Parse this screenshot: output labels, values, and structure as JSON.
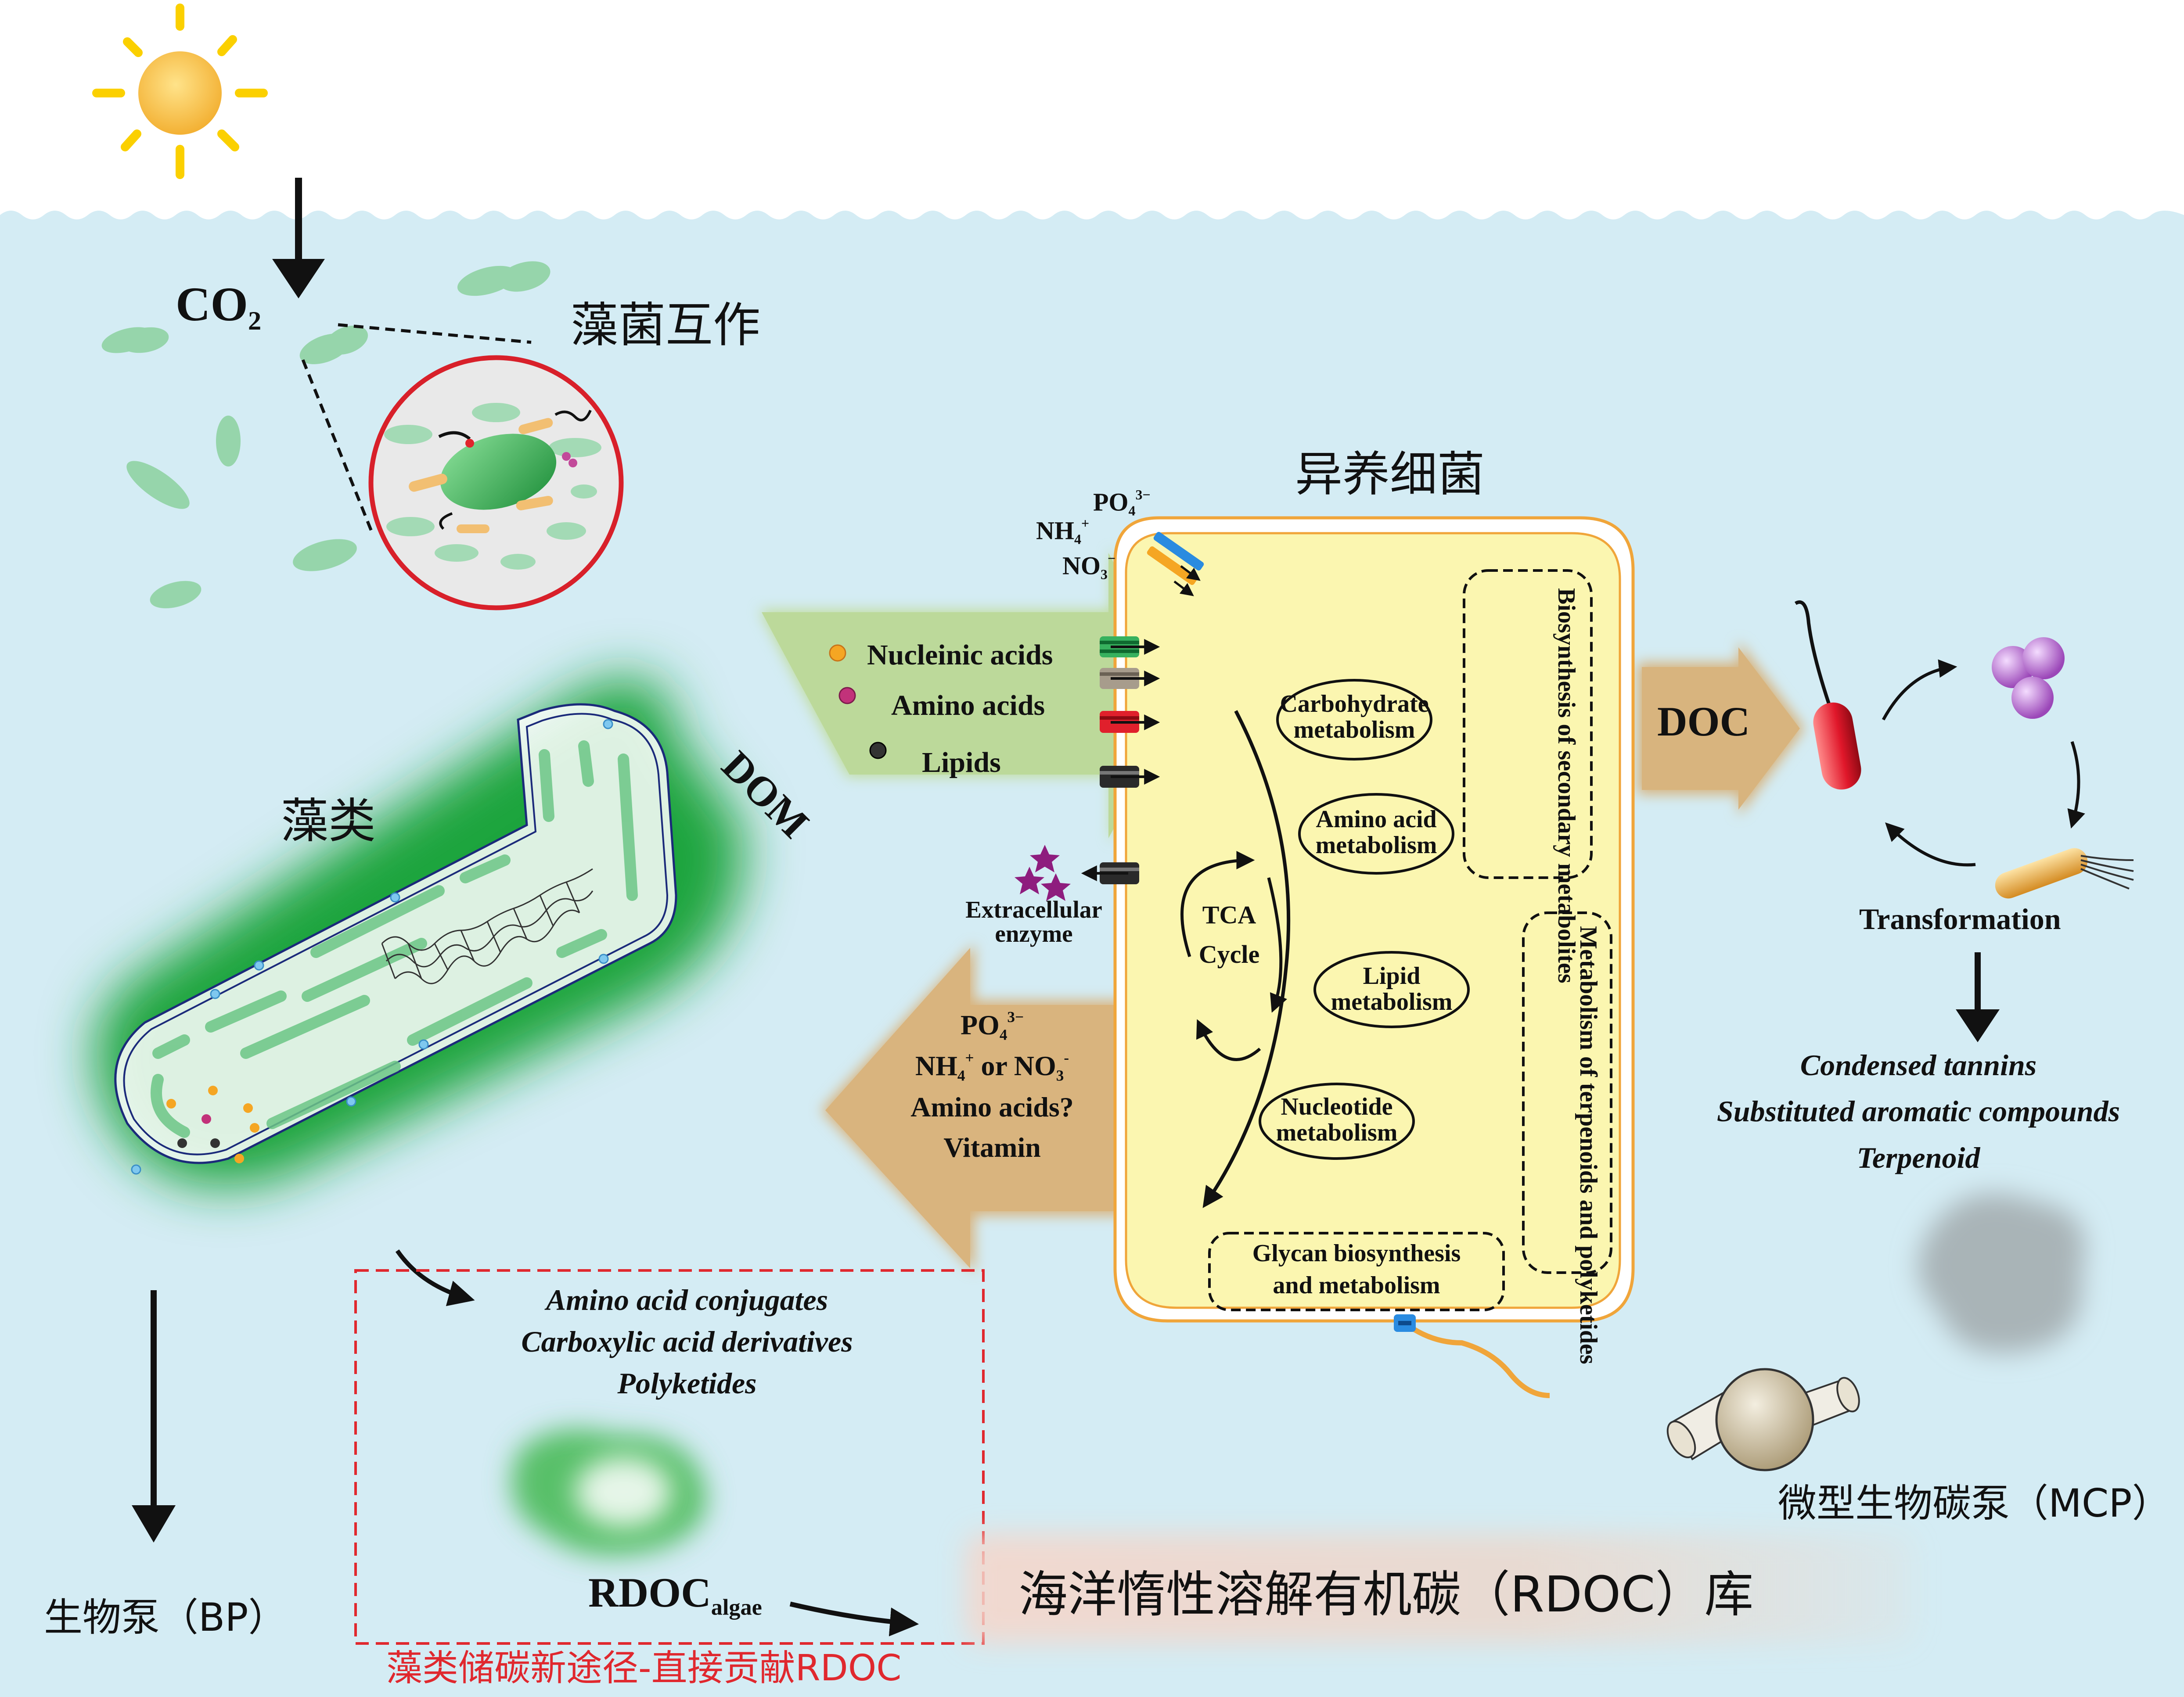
{
  "colors": {
    "sea": "#d4ecf4",
    "algae_green": "#3cb052",
    "light_green": "#9fd8ae",
    "cell_yellow": "#fbf6b0",
    "cell_border": "#f0a53a",
    "tan_arrow": "#d8b27c",
    "dashed_red": "#e0282e",
    "note_red": "#e0282e",
    "sun": "#fbd000",
    "sun_core": "#f8bc3c"
  },
  "labels": {
    "co2_main": "CO",
    "co2_sub": "2",
    "interaction": "藻菌互作",
    "algae": "藻类",
    "bacteria": "异养细菌",
    "dom": "DOM",
    "doc": "DOC",
    "po4_base": "PO",
    "po4_sub": "4",
    "po4_sup": "3−",
    "nh4_base": "NH",
    "nh4_sub": "4",
    "nh4_sup": "+",
    "no3_base": "NO",
    "no3_sub": "3",
    "no3_sup": "−",
    "extracellular_1": "Extracellular",
    "extracellular_2": "enzyme",
    "transformation": "Transformation",
    "bp": "生物泵（BP）",
    "mcp": "微型生物碳泵（MCP）",
    "rdoc_pool": "海洋惰性溶解有机碳（RDOC）库",
    "rdoc_algae_base": "RDOC",
    "rdoc_algae_sub": "algae",
    "new_pathway": "藻类储碳新途径-直接贡献RDOC"
  },
  "dom_items": [
    "Nucleinic acids",
    "Amino acids",
    "Lipids"
  ],
  "return_flow": {
    "po4_base": "PO",
    "po4_sub": "4",
    "po4_sup": "3−",
    "line2_nh": "NH",
    "line2_nh_sub": "4",
    "line2_nh_sup": "+",
    "line2_or": " or NO",
    "line2_no_sub": "3",
    "line2_no_sup": "-",
    "amino": "Amino acids?",
    "vitamin": "Vitamin"
  },
  "metabolism": {
    "carbohydrate": [
      "Carbohydrate",
      "metabolism"
    ],
    "amino_acid": [
      "Amino acid",
      "metabolism"
    ],
    "lipid": [
      "Lipid",
      "metabolism"
    ],
    "nucleotide": [
      "Nucleotide",
      "metabolism"
    ],
    "glycan": [
      "Glycan biosynthesis",
      "and metabolism"
    ],
    "tca": [
      "TCA",
      "Cycle"
    ],
    "secondary": "Biosynthesis of secondary metabolites",
    "terpenoids": "Metabolism of terpenoids and polyketides"
  },
  "products_bacteria": [
    "Condensed tannins",
    "Substituted aromatic compounds",
    "Terpenoid"
  ],
  "products_algae": [
    "Amino acid conjugates",
    "Carboxylic acid derivatives",
    "Polyketides"
  ]
}
